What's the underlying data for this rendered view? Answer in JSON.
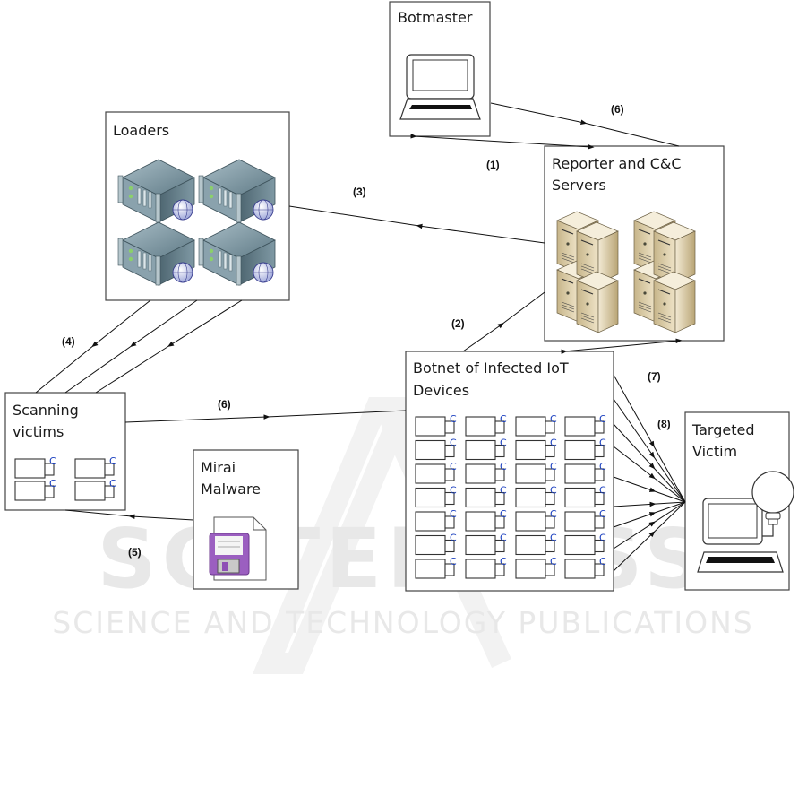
{
  "watermark": {
    "line1": "SCITEPRESS",
    "line2": "SCIENCE AND TECHNOLOGY PUBLICATIONS"
  },
  "nodes": {
    "botmaster": {
      "title": "Botmaster",
      "icon": "laptop-icon"
    },
    "loaders": {
      "title": "Loaders",
      "icon": "rack-server-globe-icon",
      "server_count": 4
    },
    "cnc": {
      "title_line1": "Reporter and C&C",
      "title_line2": "Servers",
      "icon": "tower-server-icon",
      "server_count": 8
    },
    "scanning": {
      "title_line1": "Scanning",
      "title_line2": "victims",
      "icon": "iot-device-icon",
      "device_count": 4,
      "device_badge": "C"
    },
    "malware": {
      "title_line1": "Mirai",
      "title_line2": "Malware",
      "icon": "floppy-file-icon"
    },
    "botnet": {
      "title_line1": "Botnet of Infected IoT",
      "title_line2": "Devices",
      "icon": "iot-device-icon",
      "rows": 7,
      "cols": 4,
      "device_badge": "C"
    },
    "victim": {
      "title_line1": "Targeted",
      "title_line2": "Victim",
      "icon": "laptop-globe-icon"
    }
  },
  "steps": {
    "s1": "(1)",
    "s2": "(2)",
    "s3": "(3)",
    "s4": "(4)",
    "s5": "(5)",
    "s6a": "(6)",
    "s6b": "(6)",
    "s7": "(7)",
    "s8": "(8)"
  },
  "colors": {
    "box_border": "#444444",
    "arrow": "#111111",
    "device_badge": "#1a3fbf",
    "floppy": "#8e4fb5",
    "rack_server": "#6f8a96",
    "tower_server": "#d9c9a3",
    "watermark": "#e8e8e8"
  }
}
